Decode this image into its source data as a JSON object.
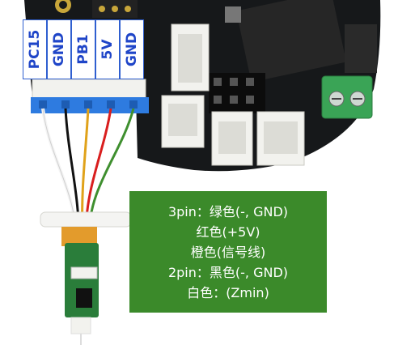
{
  "pins": [
    "PC15",
    "GND",
    "PB1",
    "5V",
    "GND"
  ],
  "note_lines": [
    "3pin：绿色(-, GND)",
    "红色(+5V)",
    "橙色(信号线)",
    "2pin：黑色(-, GND)",
    "白色：(Zmin)"
  ],
  "colors": {
    "board": "#16181a",
    "connector_white": "#f2f2ee",
    "pin_header_blue": "#2e7be0",
    "label_blue": "#1f45c8",
    "note_green": "#3b8a2a",
    "terminal_green": "#3aa456",
    "wire_white": "#f4f4f4",
    "wire_black": "#111111",
    "wire_orange": "#e0a21a",
    "wire_red": "#d91e1e",
    "wire_green": "#3f8f2f"
  },
  "icons": [
    "circuit-board",
    "jst-connector",
    "screw-terminal",
    "probe-sensor"
  ]
}
